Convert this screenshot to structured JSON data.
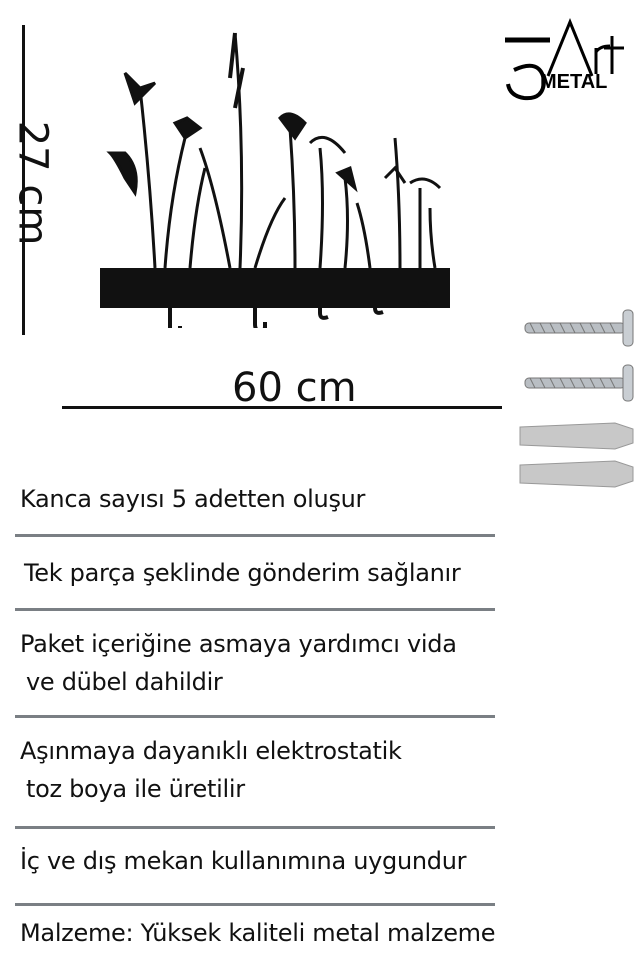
{
  "brand": {
    "logo_text": "3Art METAL"
  },
  "dimensions": {
    "height": "27 cm",
    "width": "60 cm"
  },
  "colors": {
    "product": "#111111",
    "divider": "#7a7f84",
    "screw": "#b9bec3",
    "dowel": "#c8c8c8"
  },
  "features": [
    {
      "lines": [
        "Kanca sayısı 5 adetten oluşur"
      ]
    },
    {
      "lines": [
        "Tek parça şeklinde gönderim sağlanır"
      ]
    },
    {
      "lines": [
        "Paket içeriğine asmaya yardımcı vida",
        "ve dübel dahildir"
      ]
    },
    {
      "lines": [
        "Aşınmaya dayanıklı elektrostatik",
        "toz boya ile üretilir"
      ]
    },
    {
      "lines": [
        "İç ve dış mekan kullanımına uygundur"
      ]
    },
    {
      "lines": [
        "Malzeme: Yüksek kaliteli metal malzeme"
      ]
    }
  ]
}
